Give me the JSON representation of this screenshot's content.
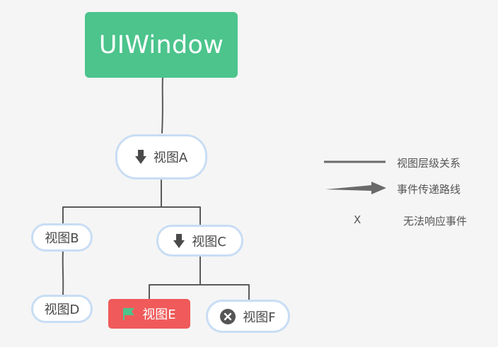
{
  "root": {
    "label": "UIWindow"
  },
  "nodes": {
    "a": {
      "label": "视图A",
      "icon": "down-arrow-icon"
    },
    "b": {
      "label": "视图B"
    },
    "c": {
      "label": "视图C",
      "icon": "down-arrow-icon"
    },
    "d": {
      "label": "视图D"
    },
    "e": {
      "label": "视图E",
      "icon": "flag-icon"
    },
    "f": {
      "label": "视图F",
      "icon": "close-circle-icon"
    }
  },
  "legend": {
    "hierarchy": "视图层级关系",
    "event_path": "事件传递路线",
    "no_response_symbol": "X",
    "no_response": "无法响应事件"
  },
  "colors": {
    "background": "#f5f5f5",
    "root_fill": "#4cc48c",
    "node_border": "#c9ddf4",
    "blocked_node_fill": "#f05a5a",
    "line": "#555555",
    "flag": "#4cc48c",
    "close_icon": "#555555"
  }
}
